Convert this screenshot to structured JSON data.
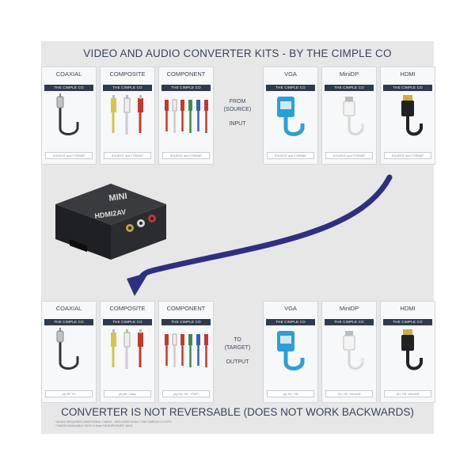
{
  "title": "VIDEO AND AUDIO CONVERTER KITS - BY THE CIMPLE CO",
  "brand_strip": "THE CIMPLE CO",
  "input_label": {
    "line1": "FROM",
    "line2": "(SOURCE)",
    "line3": "INPUT"
  },
  "output_label": {
    "line1": "TO",
    "line2": "(TARGET)",
    "line3": "OUTPUT"
  },
  "top_cards": [
    {
      "name": "COAXIAL",
      "caption": "SOURCE and FORMAT",
      "icon": "coaxial-cable-icon"
    },
    {
      "name": "COMPOSITE",
      "caption": "SOURCE and FORMAT",
      "icon": "composite-rca-icon"
    },
    {
      "name": "COMPONENT",
      "caption": "SOURCE and FORMAT",
      "icon": "component-rca-icon"
    },
    {
      "name": "VGA",
      "caption": "SOURCE and FORMAT",
      "icon": "vga-cable-icon"
    },
    {
      "name": "MiniDP",
      "caption": "SOURCE and FORMAT",
      "icon": "minidp-cable-icon"
    },
    {
      "name": "HDMI",
      "caption": "SOURCE and FORMAT",
      "icon": "hdmi-cable-icon"
    }
  ],
  "bottom_cards": [
    {
      "name": "COAXIAL",
      "caption": "(A) RF TV",
      "icon": "coaxial-cable-icon"
    },
    {
      "name": "COMPOSITE",
      "caption": "(A) AV, Video",
      "icon": "composite-rca-icon"
    },
    {
      "name": "COMPONENT",
      "caption": "(A) SD, HD, YPbPr",
      "icon": "component-rca-icon"
    },
    {
      "name": "VGA",
      "caption": "(A) SD, HD",
      "icon": "vga-cable-icon"
    },
    {
      "name": "MiniDP",
      "caption": "SD, HD, 4K/UHD",
      "icon": "minidp-cable-icon"
    },
    {
      "name": "HDMI",
      "caption": "SD, HD, 4K/UHD",
      "icon": "hdmi-cable-icon"
    }
  ],
  "device": {
    "label1": "MINI",
    "label2": "HDMI2AV",
    "icon": "converter-box-icon"
  },
  "footer": "CONVERTER IS NOT REVERSABLE (DOES NOT WORK BACKWARDS)",
  "footnotes": [
    "*AUDIO REQUIRES ADDITIONAL CABLE - INCLUDED IN ALL THE CIMPLE CO KITS",
    "**AUDIO AVAILABLE WITH 3.5mm HEADPHONES JACK"
  ],
  "colors": {
    "panel": "#e7e7e8",
    "text": "#3a4456",
    "brand": "#2d3a4f",
    "arrow": "#2f2f82",
    "vga_blue": "#2aa0d8"
  }
}
